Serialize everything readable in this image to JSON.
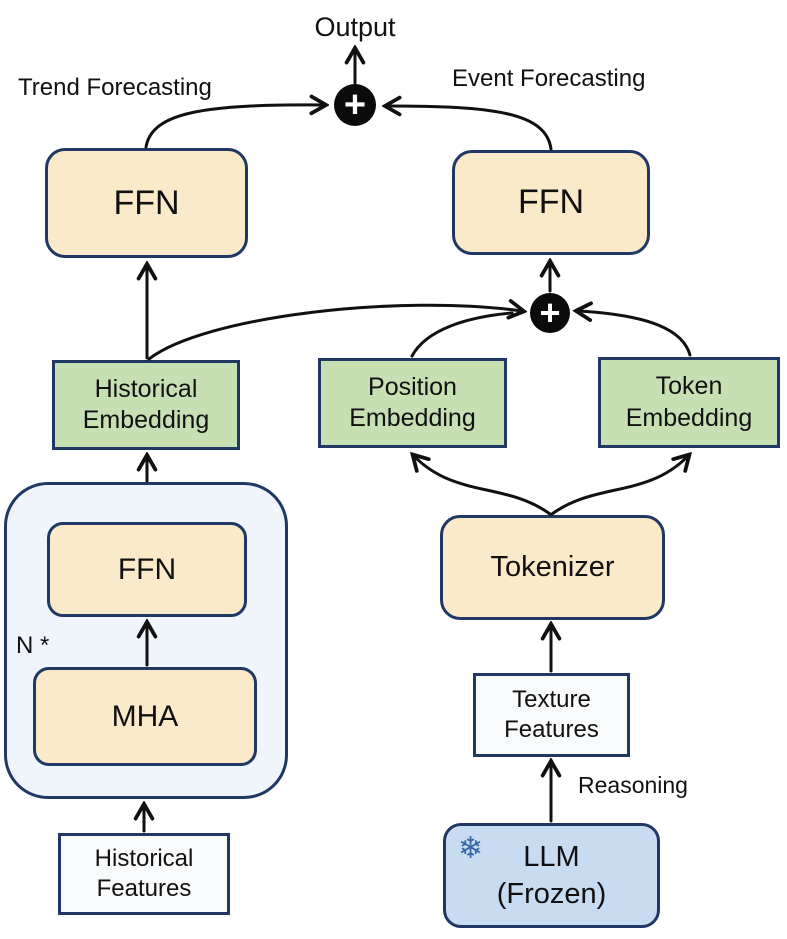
{
  "labels": {
    "output": "Output",
    "trend_forecasting": "Trend Forecasting",
    "event_forecasting": "Event Forecasting",
    "reasoning": "Reasoning",
    "repeat_count": "N *",
    "plus": "+"
  },
  "nodes": {
    "ffn_trend": {
      "label": "FFN"
    },
    "ffn_event": {
      "label": "FFN"
    },
    "historical_embedding": {
      "line1": "Historical",
      "line2": "Embedding"
    },
    "position_embedding": {
      "line1": "Position",
      "line2": "Embedding"
    },
    "token_embedding": {
      "line1": "Token",
      "line2": "Embedding"
    },
    "tokenizer": {
      "label": "Tokenizer"
    },
    "encoder_ffn": {
      "label": "FFN"
    },
    "encoder_mha": {
      "label": "MHA"
    },
    "historical_features": {
      "line1": "Historical",
      "line2": "Features"
    },
    "texture_features": {
      "line1": "Texture",
      "line2": "Features"
    },
    "llm": {
      "line1": "LLM",
      "line2": "(Frozen)",
      "icon": "❄"
    }
  },
  "colors": {
    "border_navy": "#1F3864",
    "box_tan": "#FBEACA",
    "box_green": "#C6E0B4",
    "panel_blue": "#EFF5FB",
    "llm_blue": "#C7DCF0",
    "feature_white": "#F8FAFB",
    "line_black": "#111111",
    "snowflake_blue": "#3765A9",
    "add_node_bg": "#0B0B0B"
  }
}
